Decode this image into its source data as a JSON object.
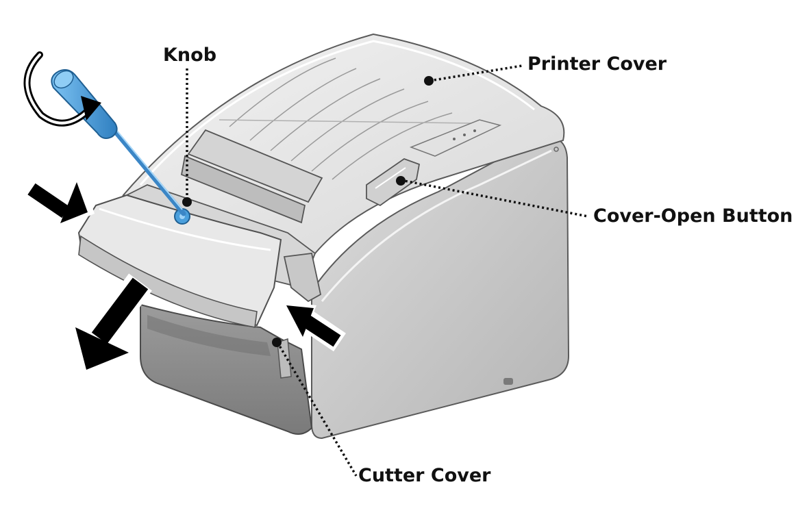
{
  "labels": {
    "knob": "Knob",
    "printer_cover": "Printer Cover",
    "cover_open_button": "Cover-Open Button",
    "cutter_cover": "Cutter Cover"
  },
  "colors": {
    "body_light": "#e6e6e6",
    "body_mid": "#cfcfcf",
    "body_dark": "#8c8c8c",
    "outline": "#5a5a5a",
    "screwdriver": "#4a9fdc",
    "screwdriver_dark": "#2b6fa8",
    "arrow": "#000000",
    "leader": "#111111"
  },
  "icons": {
    "rotate": "rotate-clockwise-icon",
    "push_left": "arrow-push-right-icon",
    "push_right": "arrow-push-left-icon",
    "pull_out": "arrow-pull-down-left-icon"
  }
}
